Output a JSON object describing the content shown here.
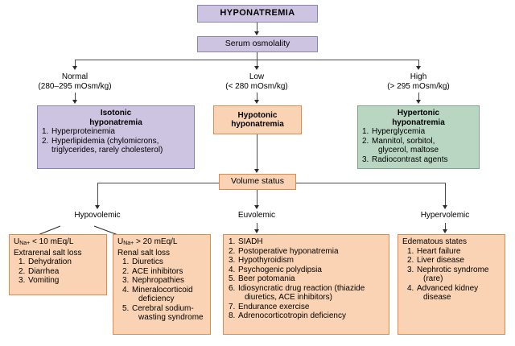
{
  "diagram": {
    "title": "HYPONATREMIA",
    "colors": {
      "purple_fill": "#cdc4e1",
      "purple_border": "#8d82b4",
      "orange_fill": "#fad3b4",
      "orange_border": "#e08a50",
      "green_fill": "#b9d6c3",
      "green_border": "#7aa78b",
      "connector": "#4a4a4a"
    },
    "root": {
      "label": "HYPONATREMIA"
    },
    "osmolality_node": {
      "label": "Serum osmolality"
    },
    "osmolality_branches": [
      {
        "name": "Normal",
        "range": "(280–295 mOsm/kg)"
      },
      {
        "name": "Low",
        "range": "(< 280 mOsm/kg)"
      },
      {
        "name": "High",
        "range": "(> 295 mOsm/kg)"
      }
    ],
    "tonicity_boxes": [
      {
        "title_line1": "Isotonic",
        "title_line2": "hyponatremia",
        "items": [
          "Hyperproteinemia",
          "Hyperlipidemia (chylomicrons,"
        ],
        "continuation": "triglycerides, rarely cholesterol)"
      },
      {
        "title_line1": "Hypotonic",
        "title_line2": "hyponatremia",
        "items": [],
        "continuation": ""
      },
      {
        "title_line1": "Hypertonic",
        "title_line2": "hyponatremia",
        "items": [
          "Hyperglycemia",
          "Mannitol, sorbitol,",
          "Radiocontrast agents"
        ],
        "continuation": "glycerol, maltose"
      }
    ],
    "volume_node": {
      "label": "Volume status"
    },
    "volume_branches": [
      {
        "name": "Hypovolemic"
      },
      {
        "name": "Euvolemic"
      },
      {
        "name": "Hypervolemic"
      }
    ],
    "leaf_boxes": {
      "hypovolemic_extrarenal": {
        "head_u": "U",
        "head_sub": "Na+",
        "head_rest": " < 10 mEq/L",
        "subhead": "Extrarenal salt loss",
        "items": [
          "Dehydration",
          "Diarrhea",
          "Vomiting"
        ]
      },
      "hypovolemic_renal": {
        "head_u": "U",
        "head_sub": "Na+",
        "head_rest": " > 20 mEq/L",
        "subhead": "Renal salt loss",
        "items": [
          "Diuretics",
          "ACE inhibitors",
          "Nephropathies",
          "Mineralocorticoid",
          "Cerebral sodium-"
        ],
        "cont_4": "deficiency",
        "cont_5": "wasting syndrome"
      },
      "euvolemic": {
        "items": [
          "SIADH",
          "Postoperative hyponatremia",
          "Hypothyroidism",
          "Psychogenic polydipsia",
          "Beer potomania",
          "Idiosyncratic drug reaction (thiazide",
          "Endurance exercise",
          "Adrenocorticotropin deficiency"
        ],
        "cont_6": "diuretics, ACE inhibitors)"
      },
      "hypervolemic": {
        "subhead": "Edematous states",
        "items": [
          "Heart failure",
          "Liver disease",
          "Nephrotic syndrome",
          "Advanced kidney"
        ],
        "cont_3": "(rare)",
        "cont_4": "disease"
      }
    }
  }
}
